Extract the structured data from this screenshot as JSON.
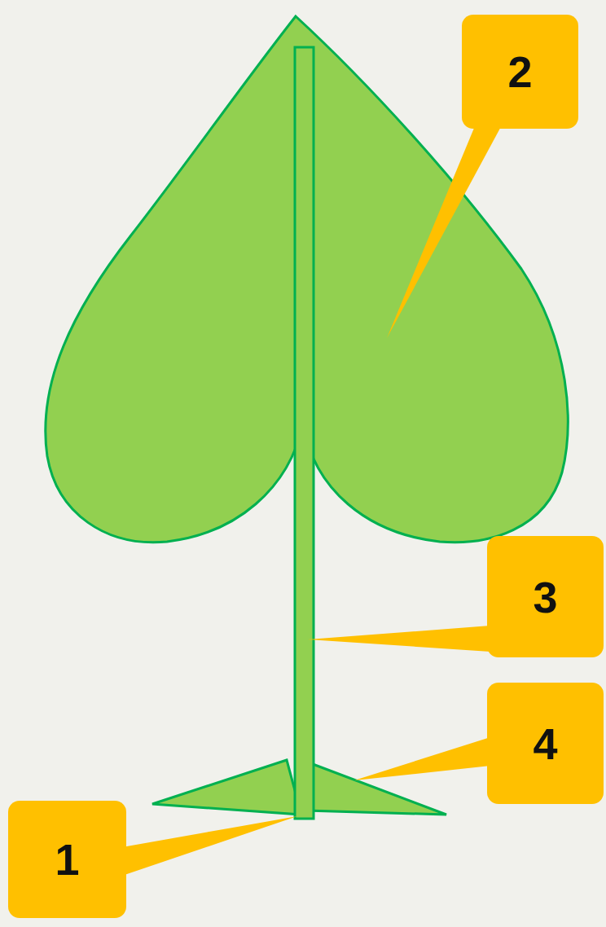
{
  "diagram": {
    "labels": [
      "2",
      "3",
      "4",
      "1"
    ]
  }
}
